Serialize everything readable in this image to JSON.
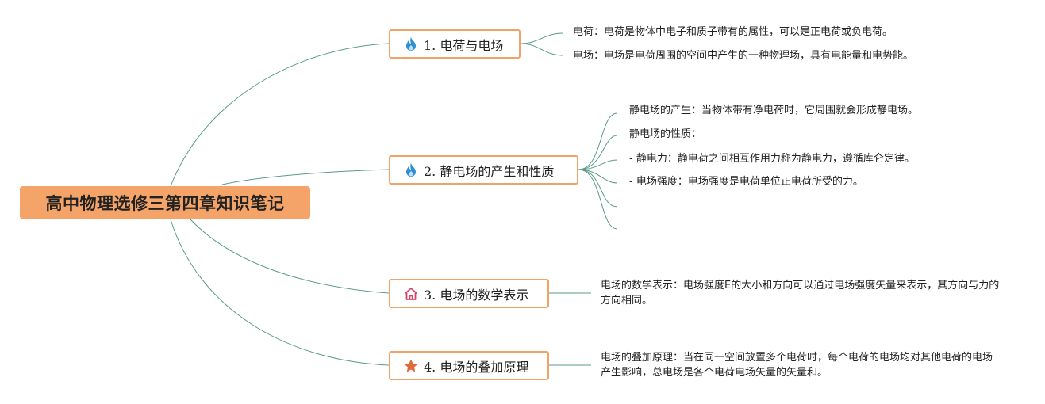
{
  "root": {
    "label": "高中物理选修三第四章知识笔记"
  },
  "topics": [
    {
      "label": "1. 电荷与电场",
      "icon": "fire-icon",
      "notes": [
        "电荷：电荷是物体中电子和质子带有的属性，可以是正电荷或负电荷。",
        "电场：电场是电荷周围的空间中产生的一种物理场，具有电能量和电势能。"
      ]
    },
    {
      "label": "2. 静电场的产生和性质",
      "icon": "fire-icon",
      "notes": [
        "静电场的产生：当物体带有净电荷时，它周围就会形成静电场。",
        "静电场的性质：",
        "- 静电力：静电荷之间相互作用力称为静电力，遵循库仑定律。",
        "- 电场强度：电场强度是电荷单位正电荷所受的力。",
        "",
        ""
      ]
    },
    {
      "label": "3. 电场的数学表示",
      "icon": "house-icon",
      "notes": [
        "电场的数学表示：电场强度E的大小和方向可以通过电场强度矢量来表示，其方向与力的方向相同。"
      ]
    },
    {
      "label": "4. 电场的叠加原理",
      "icon": "star-icon",
      "notes": [
        "电场的叠加原理：当在同一空间放置多个电荷时，每个电荷的电场均对其他电荷的电场产生影响，总电场是各个电荷电场矢量的矢量和。"
      ]
    }
  ],
  "colors": {
    "root_fill": "#f4a468",
    "topic_border": "#f0a368",
    "connector": "#5a9a8a",
    "fire_icon": "#2f8fd6",
    "house_icon": "#d6456a",
    "star_icon": "#e0693a"
  }
}
